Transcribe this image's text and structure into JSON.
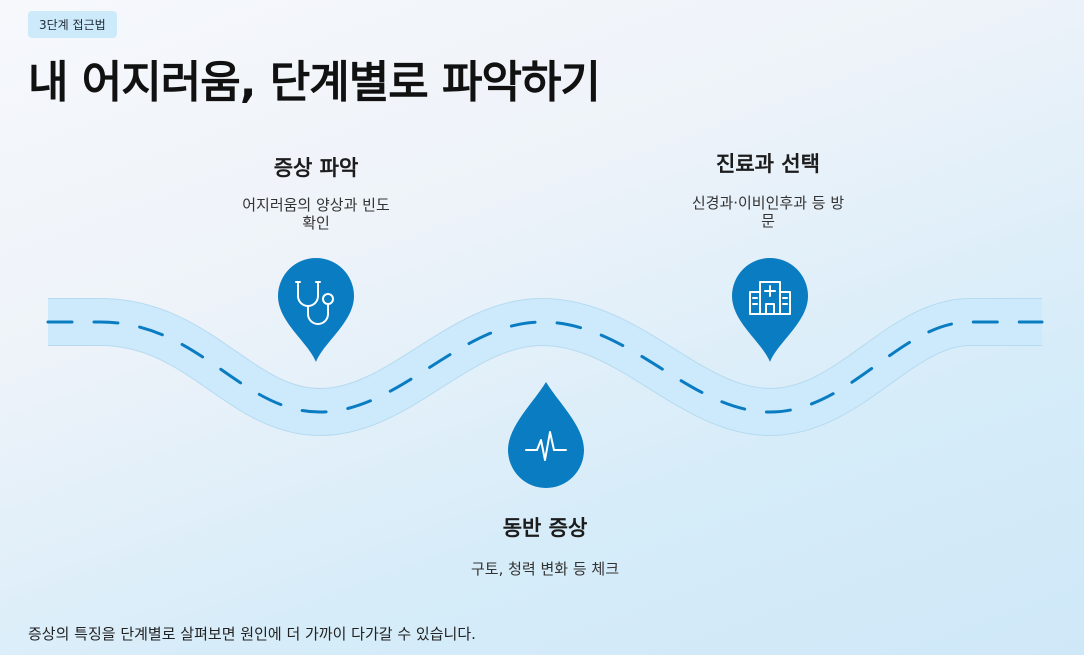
{
  "badge": "3단계 접근법",
  "title": "내 어지러움, 단계별로 파악하기",
  "steps": [
    {
      "title": "증상 파악",
      "desc_line1": "어지러움의 양상과 빈도",
      "desc_line2": "확인",
      "icon": "stethoscope-icon"
    },
    {
      "title": "동반 증상",
      "desc_line1": "구토, 청력 변화 등 체크",
      "icon": "heartbeat-icon"
    },
    {
      "title": "진료과 선택",
      "desc_line1": "신경과·이비인후과 등 방",
      "desc_line2": "문",
      "icon": "hospital-icon"
    }
  ],
  "footer": "증상의 특징을 단계별로 살펴보면 원인에 더 가까이 다가갈 수 있습니다.",
  "colors": {
    "road": "#cdeafc",
    "road_edge": "#b6daf0",
    "pin": "#0a7cc1",
    "dash": "#0a7cc1"
  }
}
